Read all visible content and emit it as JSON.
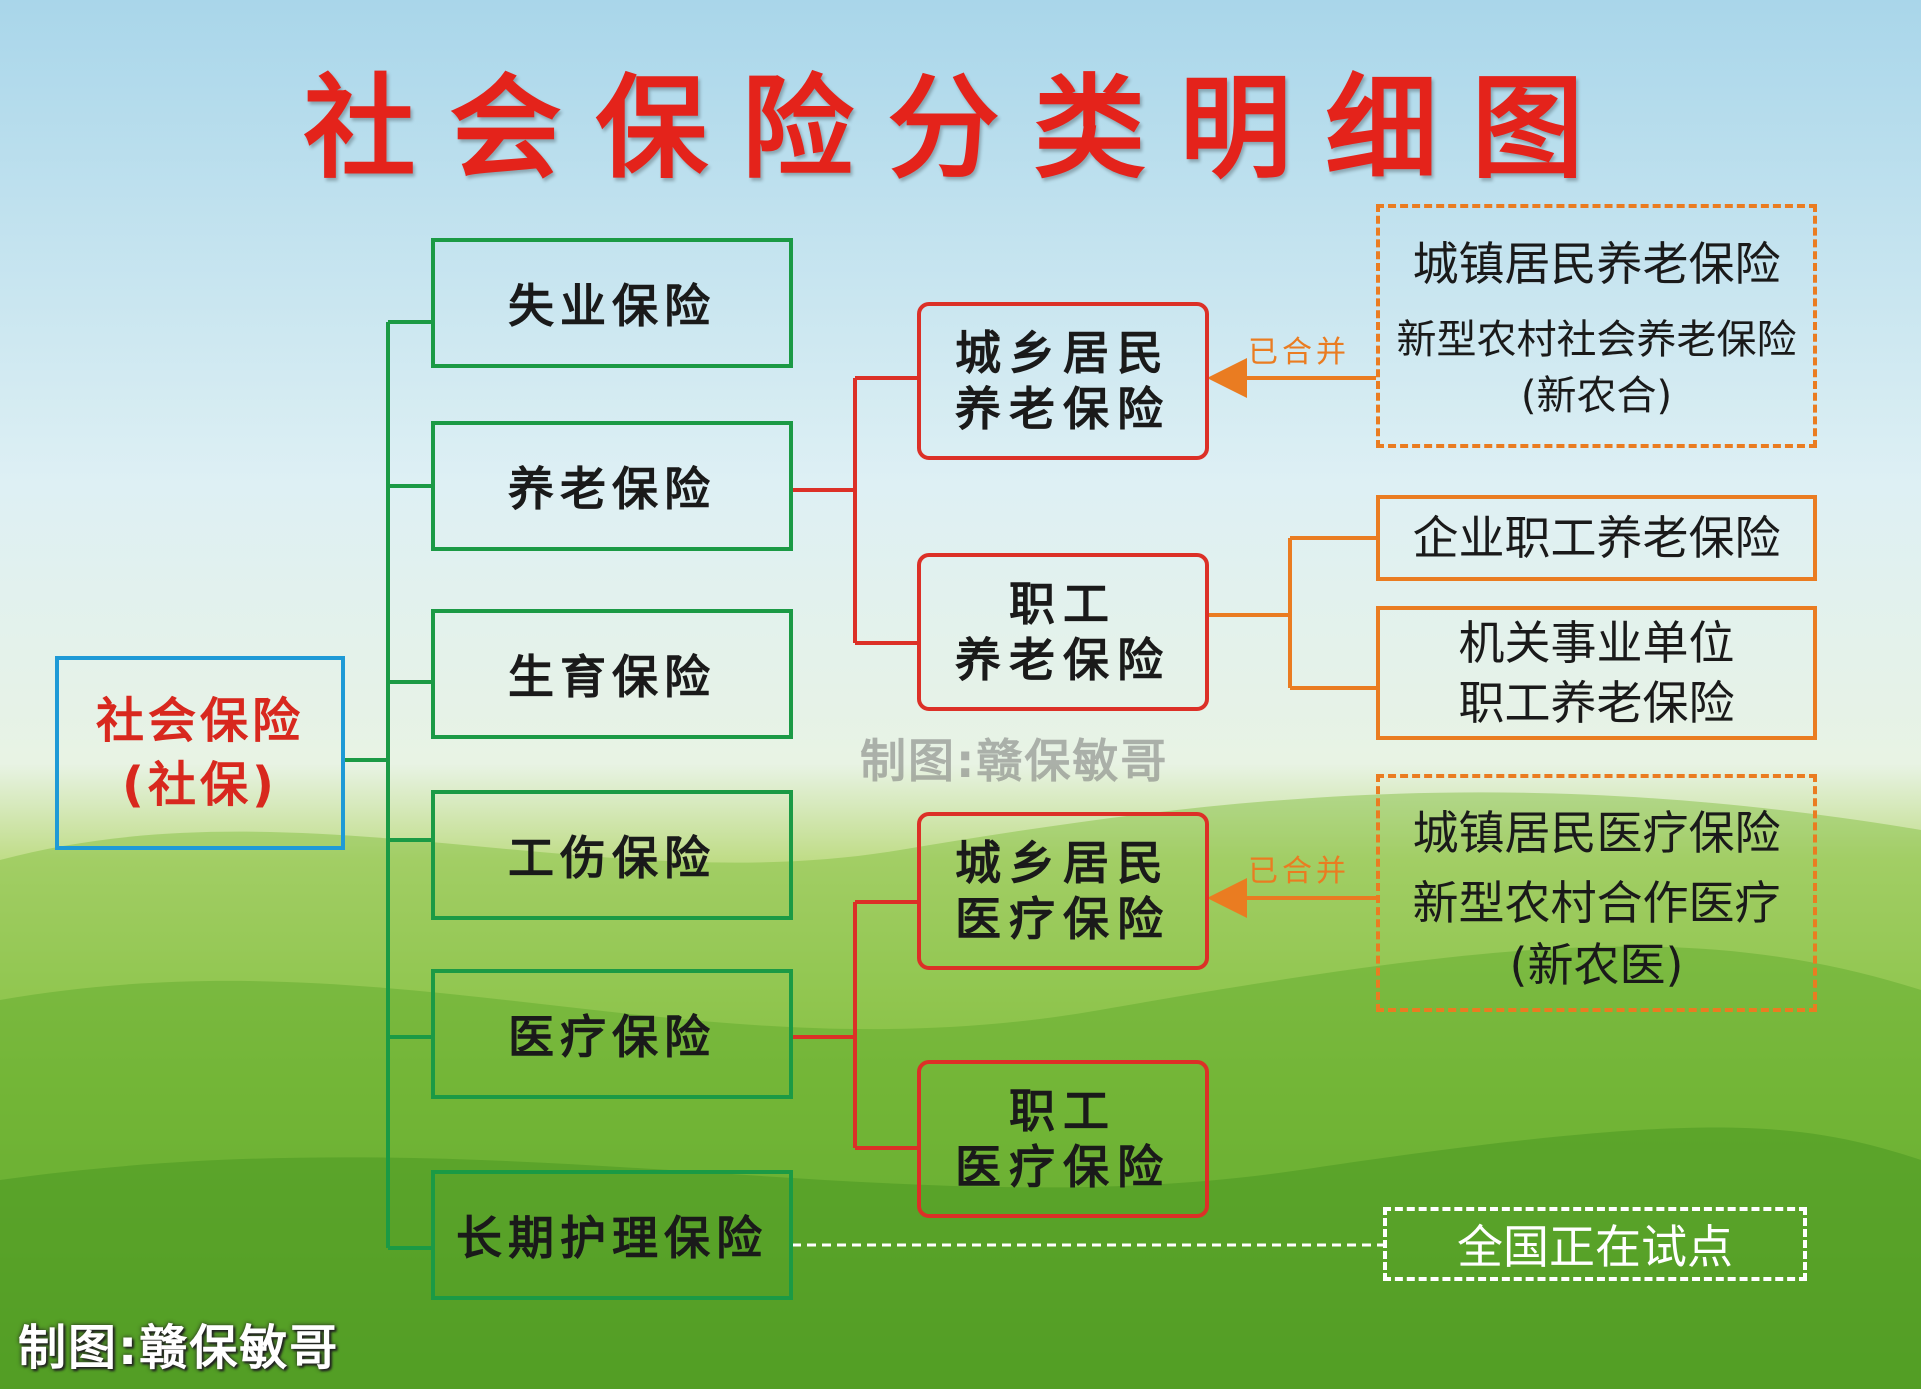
{
  "title": "社会保险分类明细图",
  "root": "社会保险\n(社保)",
  "categories": [
    "失业保险",
    "养老保险",
    "生育保险",
    "工伤保险",
    "医疗保险",
    "长期护理保险"
  ],
  "pension": {
    "urban_rural": "城乡居民\n养老保险",
    "employee": "职工\n养老保险",
    "merged_label": "已合并",
    "merged_from": [
      "城镇居民养老保险",
      "新型农村社会养老保险\n(新农合)"
    ],
    "employee_types": [
      "企业职工养老保险",
      "机关事业单位\n职工养老保险"
    ]
  },
  "medical": {
    "urban_rural": "城乡居民\n医疗保险",
    "employee": "职工\n医疗保险",
    "merged_label": "已合并",
    "merged_from": [
      "城镇居民医疗保险",
      "新型农村合作医疗\n(新农医)"
    ]
  },
  "pilot": "全国正在试点",
  "watermark": "制图:赣保敏哥",
  "colors": {
    "title": "#e4231b",
    "root_border": "#1e9ad6",
    "category_border": "#1b9a45",
    "sub_border": "#dc3027",
    "leaf_border": "#ea7c21"
  }
}
